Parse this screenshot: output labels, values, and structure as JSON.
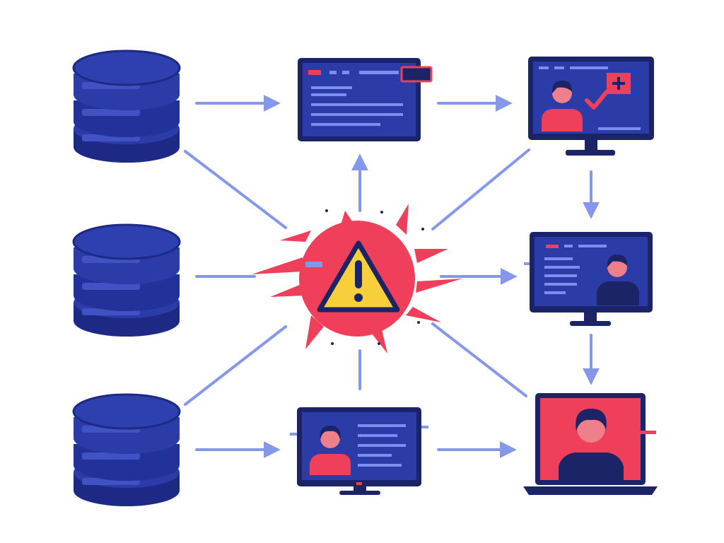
{
  "colors": {
    "background": "#ffffff",
    "db_dark": "#1d2a85",
    "db_mid": "#2b3ca8",
    "db_light": "#3548b8",
    "db_top": "#2e40ae",
    "screen_frame": "#1a2466",
    "screen_fill": "#2b3ca8",
    "screen_line": "#7b8ff0",
    "arrow": "#8597ea",
    "splash": "#ef3f5a",
    "warning_yellow": "#f7cf3a",
    "warning_outline": "#1a2466",
    "person_shirt": "#ef3f5a",
    "person_skin": "#f07f8c",
    "person_hair": "#1a2466",
    "person_dark_shirt": "#1a2466",
    "accent_red": "#ef3f5a"
  },
  "nodes": {
    "databases": [
      "database-top",
      "database-middle",
      "database-bottom"
    ],
    "screens": [
      {
        "id": "screen-top-middle",
        "icon": "document-window-icon"
      },
      {
        "id": "screen-top-right",
        "icon": "monitor-user-approved-icon"
      },
      {
        "id": "screen-middle-right",
        "icon": "monitor-user-list-icon"
      },
      {
        "id": "screen-bottom-middle",
        "icon": "monitor-user-profile-icon"
      },
      {
        "id": "screen-bottom-right",
        "icon": "laptop-user-alert-icon"
      }
    ],
    "center": {
      "icon": "warning-icon"
    }
  },
  "edges": [
    {
      "from": "database-top",
      "to": "screen-top-middle"
    },
    {
      "from": "screen-top-middle",
      "to": "screen-top-right"
    },
    {
      "from": "warning-hub",
      "to": "screen-top-middle"
    },
    {
      "from": "screen-top-right",
      "to": "screen-middle-right"
    },
    {
      "from": "warning-hub",
      "to": "screen-middle-right"
    },
    {
      "from": "screen-middle-right",
      "to": "screen-bottom-right"
    },
    {
      "from": "database-bottom",
      "to": "screen-bottom-middle"
    },
    {
      "from": "screen-bottom-middle",
      "to": "screen-bottom-right"
    },
    {
      "from": "database-top",
      "to": "warning-hub"
    },
    {
      "from": "database-middle",
      "to": "warning-hub"
    },
    {
      "from": "database-bottom",
      "to": "warning-hub"
    },
    {
      "from": "screen-top-right",
      "to": "warning-hub"
    },
    {
      "from": "screen-bottom-right",
      "to": "warning-hub"
    },
    {
      "from": "screen-bottom-middle",
      "to": "warning-hub"
    }
  ]
}
